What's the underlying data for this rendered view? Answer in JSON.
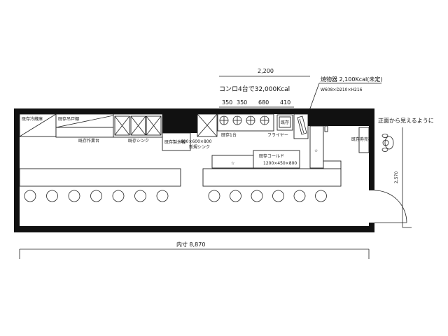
{
  "title": "店舗平面図",
  "dimensions": {
    "hood_width": "2,200",
    "stove_note": "コンロ4台で32,000Kcal",
    "stove_widths": [
      "350",
      "350",
      "680",
      "410"
    ],
    "grill_name": "焼物器 2,100Kcal(未定)",
    "grill_size": "W608×D210×H216",
    "inner_width": "内寸 8,870",
    "door_side": "2,570"
  },
  "fixtures": {
    "fridge": "既存冷蔵庫",
    "hanging_cabinet": "既存吊戸棚",
    "worktable": "既存作業台",
    "sink": "既存シンク",
    "ice_machine": "既存製氷機",
    "new_sink_size": "600×600×800",
    "new_sink": "新規シンク",
    "stove": "既存1台",
    "fryer_existing": "既存",
    "fryer": "フライヤー",
    "cold_table": "既存コールド",
    "cold_table_size": "1200×450×800",
    "ticket_machine": "既存券売機",
    "star": "☆"
  },
  "notes": {
    "visible_from_front": "正面から見えるように"
  },
  "seating": {
    "left_stools": 7,
    "right_stools": 6
  }
}
